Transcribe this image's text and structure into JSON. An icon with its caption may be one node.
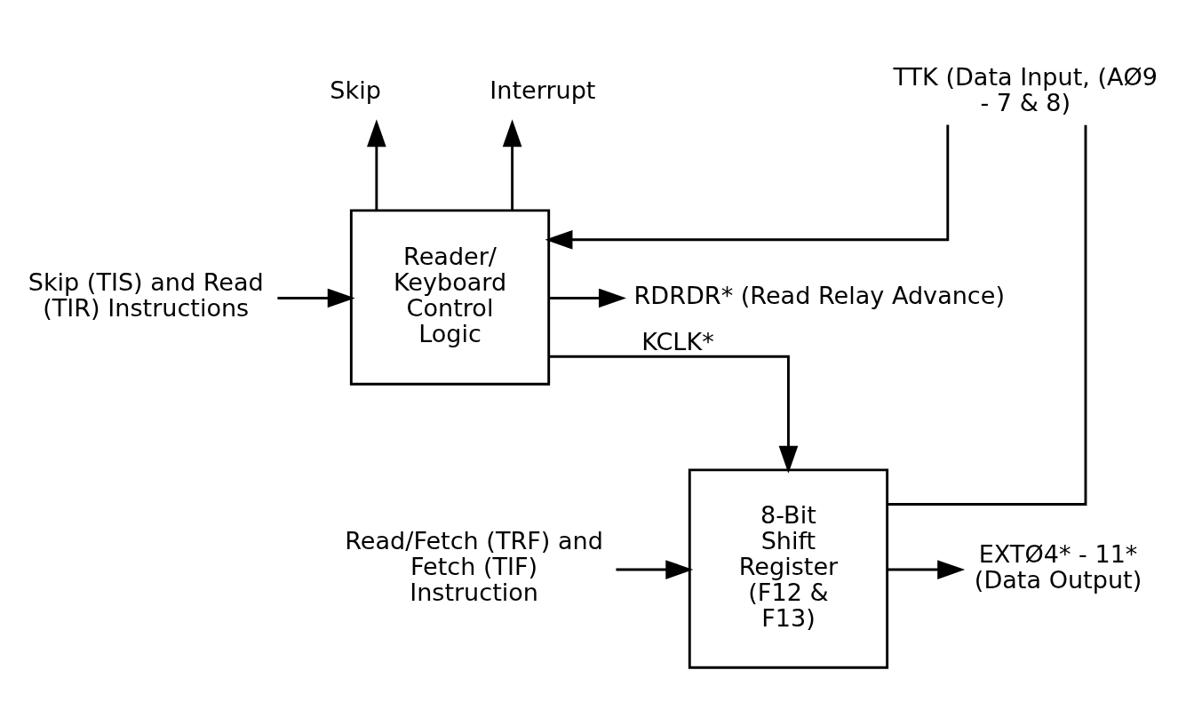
{
  "diagram": {
    "nodes": [
      {
        "text": [
          "Skip"
        ]
      },
      {
        "text": [
          "Interrupt"
        ]
      },
      {
        "text": [
          "Skip (TIS) and Read (TIR) Instructions"
        ]
      },
      {
        "text": [
          "Reader/ Keyboard Control Logic"
        ]
      },
      {
        "text": [
          "RDRDR* (Read Relay Advance)"
        ]
      },
      {
        "text": [
          "TTK (Data Input, (AØ9 - 7 & 8)"
        ]
      },
      {
        "text": [
          "8-Bit Shift Register (F12 & F13)"
        ]
      },
      {
        "text": [
          "Read/Fetch (TRF) and Fetch (TIF) Instruction"
        ]
      },
      {
        "text": [
          "EXTØ4* - 11* (Data Output)"
        ]
      }
    ],
    "edges": [
      {
        "from": 3,
        "to": 0,
        "arrow": "to"
      },
      {
        "from": 3,
        "to": 1,
        "arrow": "to"
      },
      {
        "from": 2,
        "to": 3,
        "arrow": "to"
      },
      {
        "from": 3,
        "to": 4,
        "arrow": "to"
      },
      {
        "from": 5,
        "to": 3,
        "arrow": "to"
      },
      {
        "from": 5,
        "to": 6,
        "arrow": "none"
      },
      {
        "from": 3,
        "to": 6,
        "arrow": "to",
        "label": "KCLK*"
      },
      {
        "from": 7,
        "to": 6,
        "arrow": "to"
      },
      {
        "from": 6,
        "to": 8,
        "arrow": "to"
      }
    ]
  }
}
